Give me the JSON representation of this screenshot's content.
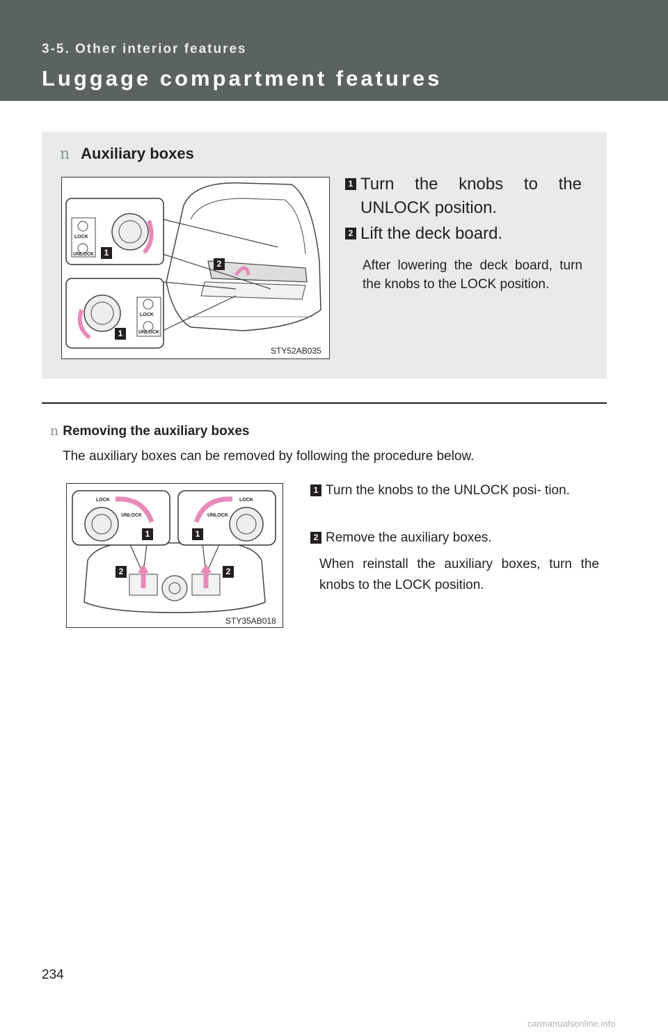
{
  "header": {
    "section_label": "3-5. Other interior features",
    "title": "Luggage compartment features"
  },
  "aux_boxes": {
    "bullet": "n",
    "heading": "Auxiliary boxes",
    "figure_code": "STY52AB035",
    "callout_1": "1",
    "callout_2": "2",
    "lock_label": "LOCK",
    "unlock_label": "UNLOCK",
    "steps": [
      {
        "num": "1",
        "text": "Turn the knobs to the UNLOCK position."
      },
      {
        "num": "2",
        "text": "Lift the deck board."
      }
    ],
    "note": "After lowering the deck board, turn the knobs to the LOCK position."
  },
  "removing": {
    "bullet": "n",
    "heading": "Removing the auxiliary boxes",
    "intro": "The auxiliary boxes can be removed by following the procedure below.",
    "figure_code": "STY35AB018",
    "callout_1": "1",
    "callout_2": "2",
    "lock_label": "LOCK",
    "unlock_label": "UNLOCK",
    "steps": [
      {
        "num": "1",
        "text": "Turn the knobs to the UNLOCK posi- tion."
      },
      {
        "num": "2",
        "text": "Remove the auxiliary boxes."
      }
    ],
    "note": "When reinstall the auxiliary boxes, turn the knobs to the LOCK position."
  },
  "page_number": "234",
  "watermark": "carmanualsonline.info",
  "colors": {
    "header_bg": "#5a6362",
    "box_bg": "#e9ebeb",
    "arrow_pink": "#e88ab8"
  }
}
